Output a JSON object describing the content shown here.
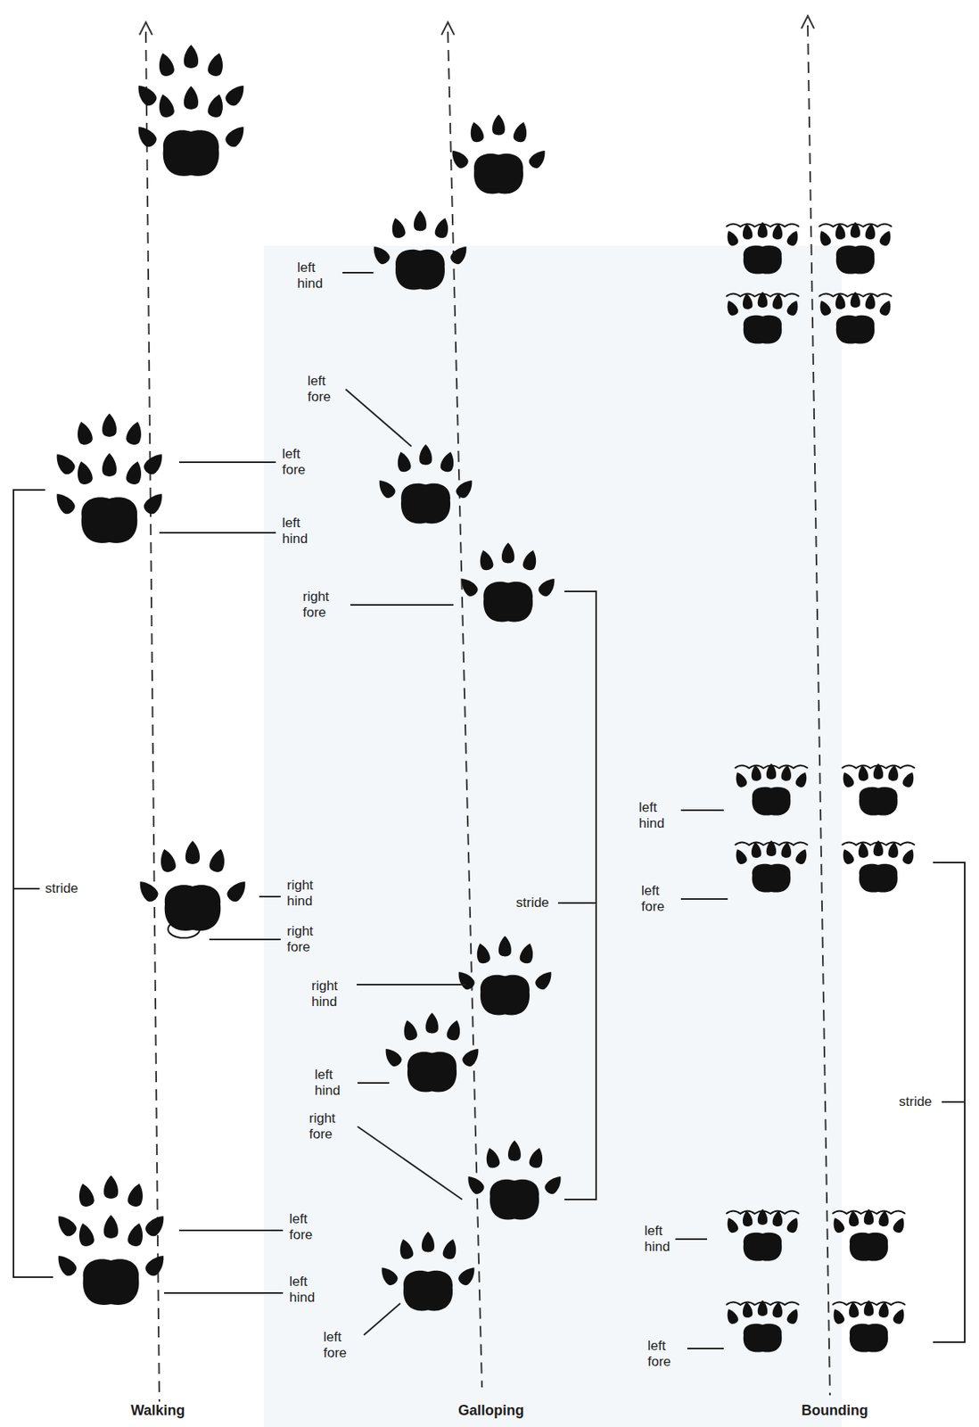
{
  "diagram": {
    "labels": [
      "left fore",
      "left hind",
      "stride",
      "right hind",
      "right fore",
      "left fore",
      "left hind",
      "Walking",
      "left hind",
      "left fore",
      "right fore",
      "stride",
      "right hind",
      "left hind",
      "right fore",
      "left fore",
      "Galloping",
      "left hind",
      "left fore",
      "stride",
      "left hind",
      "left fore",
      "Bounding"
    ]
  }
}
